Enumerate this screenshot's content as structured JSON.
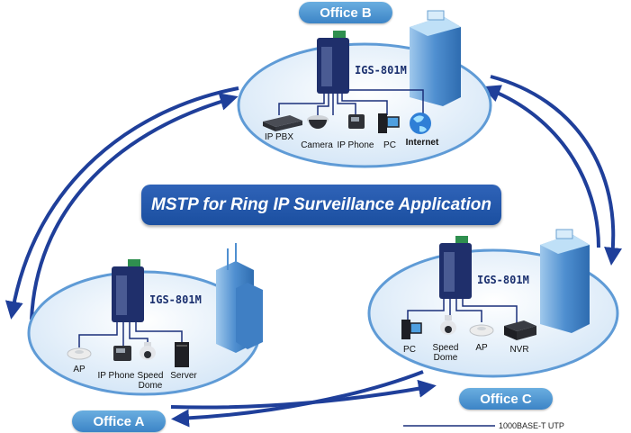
{
  "title": "MSTP for Ring IP Surveillance Application",
  "offices": {
    "a": {
      "name": "Office A",
      "switch": "IGS-801M",
      "devices": [
        "AP",
        "IP Phone",
        "Speed Dome",
        "Server"
      ]
    },
    "b": {
      "name": "Office B",
      "switch": "IGS-801M",
      "devices": [
        "IP PBX",
        "Camera",
        "IP Phone",
        "PC",
        "Internet"
      ]
    },
    "c": {
      "name": "Office C",
      "switch": "IGS-801M",
      "devices": [
        "PC",
        "Speed Dome",
        "AP",
        "NVR"
      ]
    }
  },
  "legend": {
    "label": "1000BASE-T UTP"
  },
  "colors": {
    "ring": "#1f3f9a",
    "link": "#1a2f7a",
    "ellipse_fill": "#e6f1fb",
    "ellipse_stroke": "#6fa6d8",
    "banner": "#1f55a8",
    "pill": "#4a90d0"
  }
}
